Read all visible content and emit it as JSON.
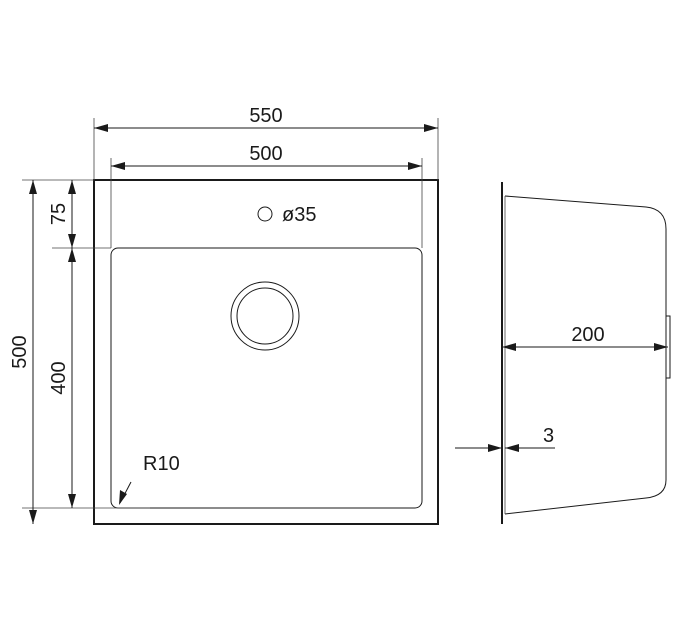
{
  "dimensions": {
    "overall_width": "550",
    "inner_width": "500",
    "overall_height": "500",
    "deck_depth": "75",
    "bowl_depth": "400",
    "tap_hole": "ø35",
    "corner_radius": "R10",
    "bowl_height": "200",
    "rim_thickness": "3"
  },
  "colors": {
    "line": "#1a1a1a",
    "background": "#ffffff"
  }
}
